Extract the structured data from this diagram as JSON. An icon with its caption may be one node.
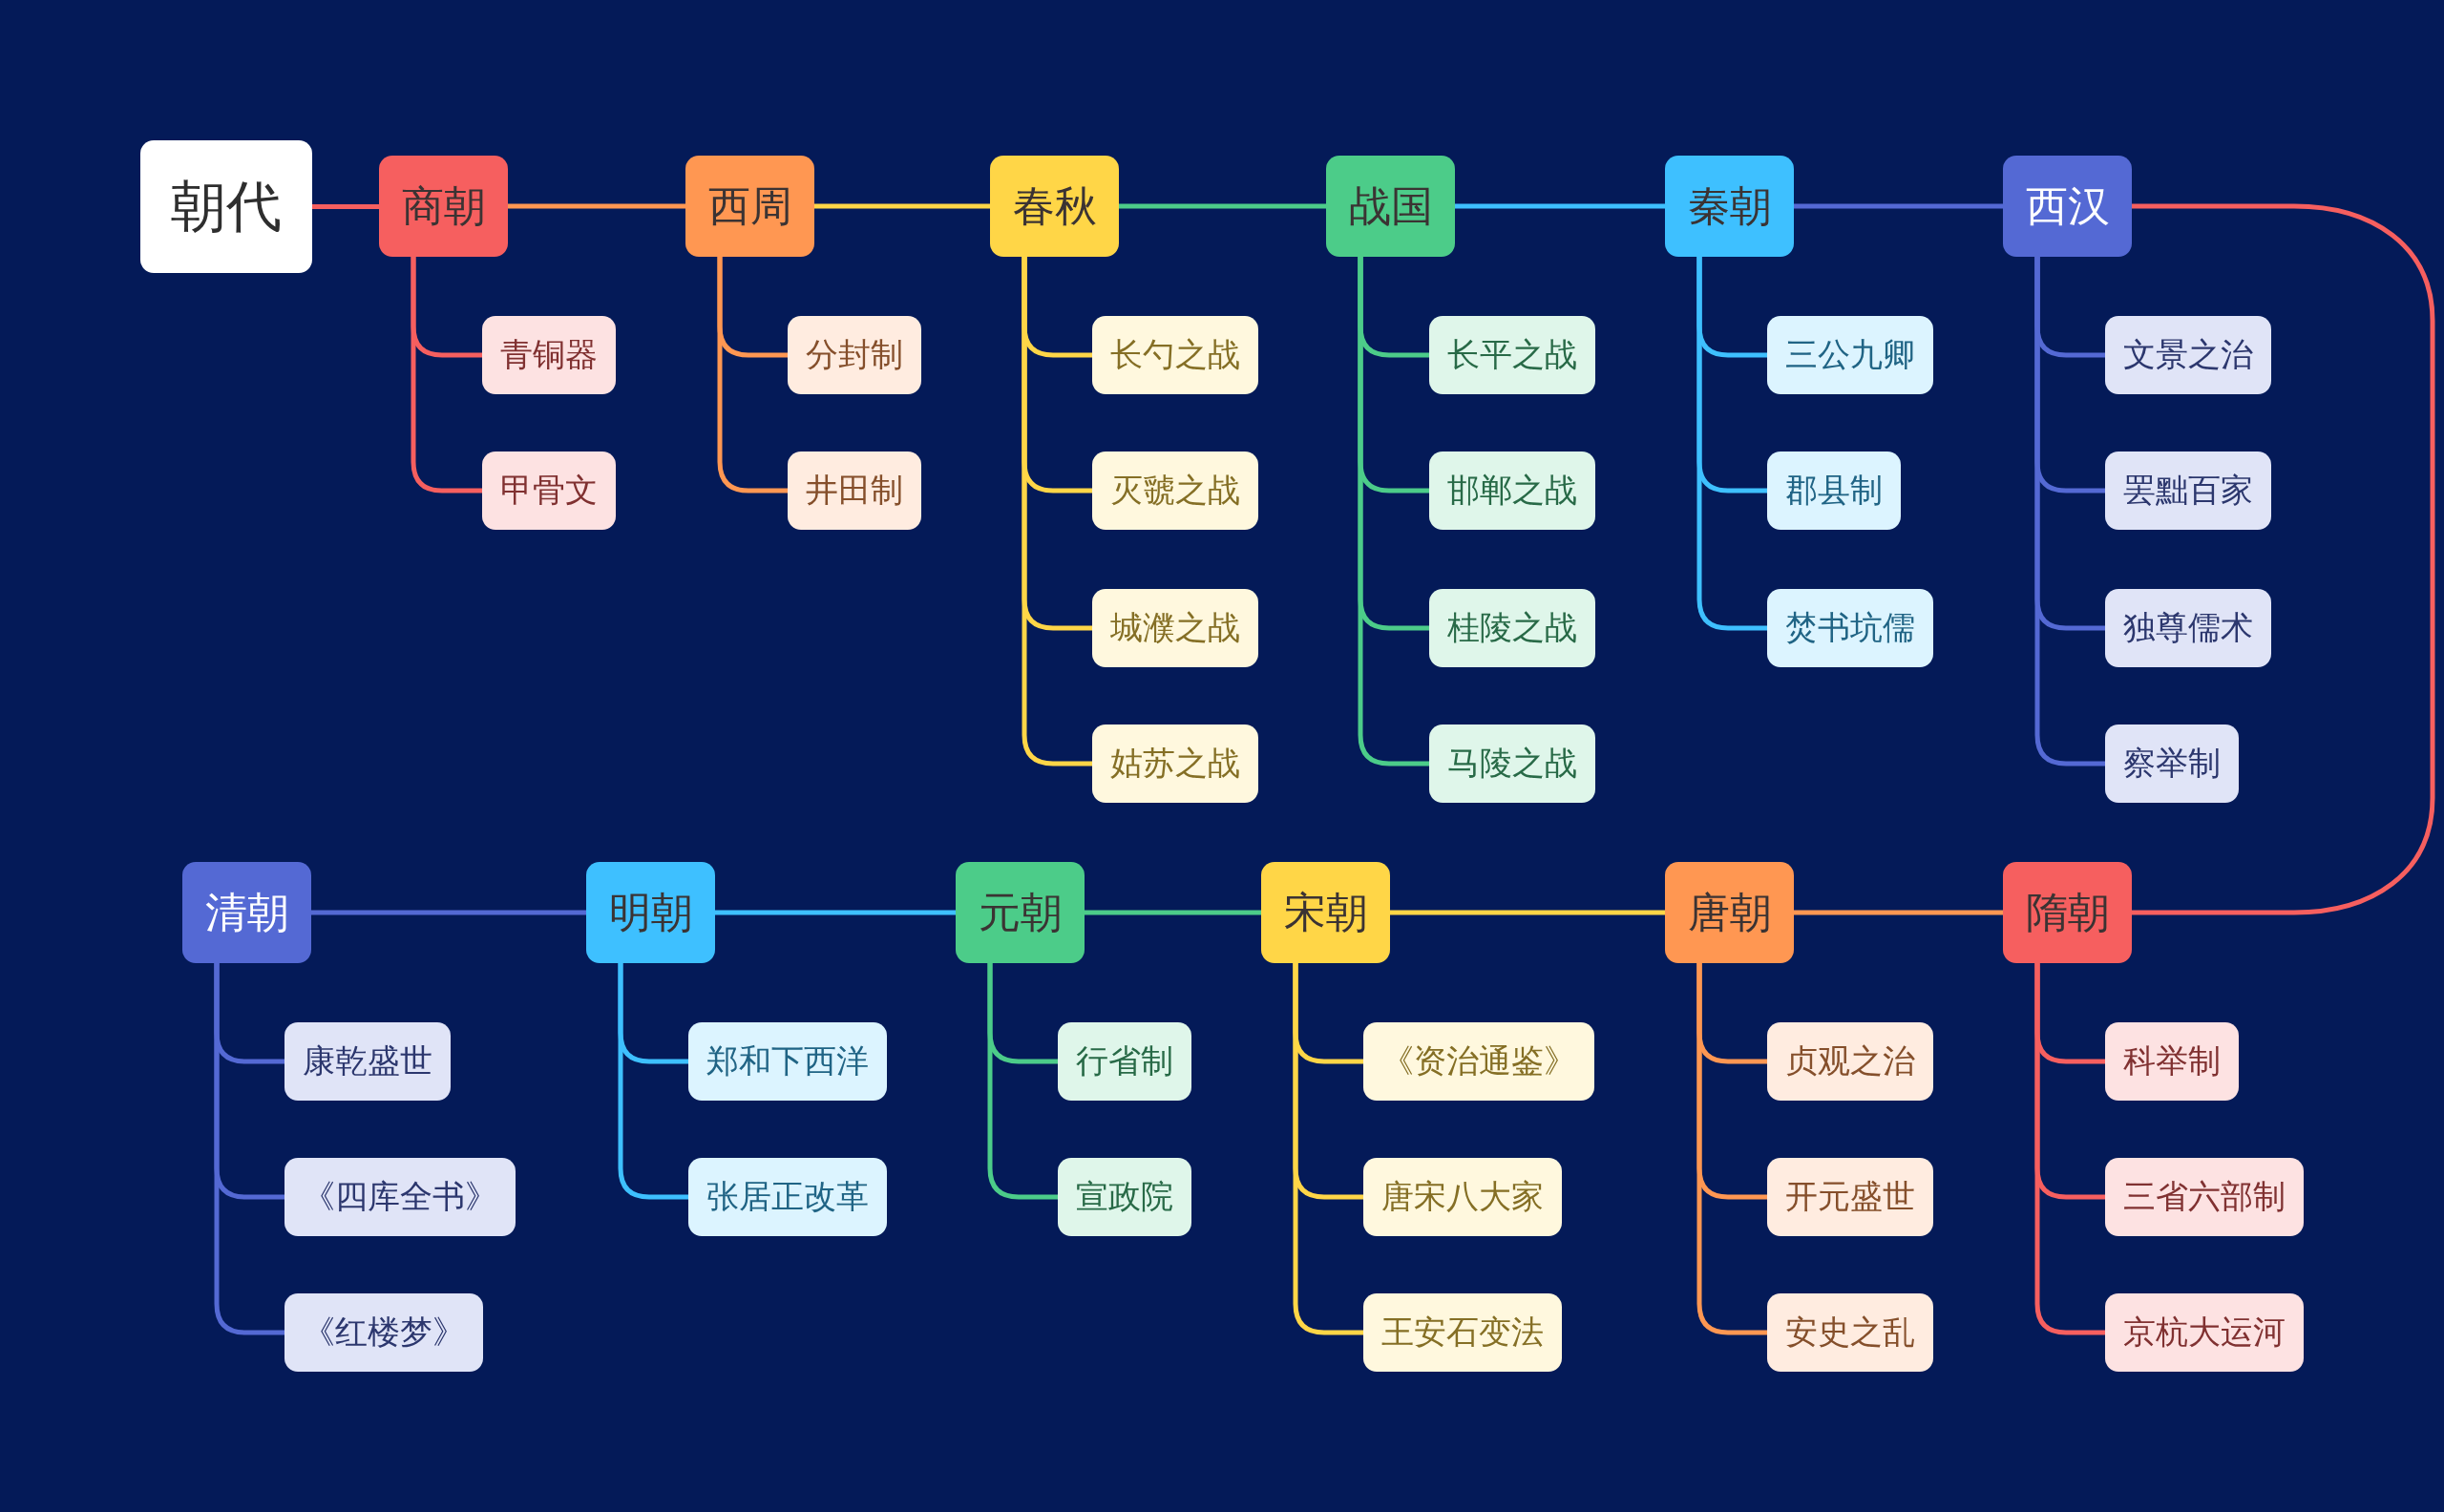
{
  "diagram": {
    "nodes": [
      {
        "text": [
          "朝代"
        ]
      },
      {
        "text": [
          "商朝"
        ]
      },
      {
        "text": [
          "青铜器"
        ]
      },
      {
        "text": [
          "甲骨文"
        ]
      },
      {
        "text": [
          "西周"
        ]
      },
      {
        "text": [
          "分封制"
        ]
      },
      {
        "text": [
          "井田制"
        ]
      },
      {
        "text": [
          "春秋"
        ]
      },
      {
        "text": [
          "长勺之战"
        ]
      },
      {
        "text": [
          "灭虢之战"
        ]
      },
      {
        "text": [
          "城濮之战"
        ]
      },
      {
        "text": [
          "姑苏之战"
        ]
      },
      {
        "text": [
          "战国"
        ]
      },
      {
        "text": [
          "长平之战"
        ]
      },
      {
        "text": [
          "邯郸之战"
        ]
      },
      {
        "text": [
          "桂陵之战"
        ]
      },
      {
        "text": [
          "马陵之战"
        ]
      },
      {
        "text": [
          "秦朝"
        ]
      },
      {
        "text": [
          "三公九卿"
        ]
      },
      {
        "text": [
          "郡县制"
        ]
      },
      {
        "text": [
          "焚书坑儒"
        ]
      },
      {
        "text": [
          "西汉"
        ]
      },
      {
        "text": [
          "文景之治"
        ]
      },
      {
        "text": [
          "罢黜百家"
        ]
      },
      {
        "text": [
          "独尊儒术"
        ]
      },
      {
        "text": [
          "察举制"
        ]
      },
      {
        "text": [
          "隋朝"
        ]
      },
      {
        "text": [
          "科举制"
        ]
      },
      {
        "text": [
          "三省六部制"
        ]
      },
      {
        "text": [
          "京杭大运河"
        ]
      },
      {
        "text": [
          "唐朝"
        ]
      },
      {
        "text": [
          "贞观之治"
        ]
      },
      {
        "text": [
          "开元盛世"
        ]
      },
      {
        "text": [
          "安史之乱"
        ]
      },
      {
        "text": [
          "宋朝"
        ]
      },
      {
        "text": [
          "《资治通鉴》"
        ]
      },
      {
        "text": [
          "唐宋八大家"
        ]
      },
      {
        "text": [
          "王安石变法"
        ]
      },
      {
        "text": [
          "元朝"
        ]
      },
      {
        "text": [
          "行省制"
        ]
      },
      {
        "text": [
          "宣政院"
        ]
      },
      {
        "text": [
          "明朝"
        ]
      },
      {
        "text": [
          "郑和下西洋"
        ]
      },
      {
        "text": [
          "张居正改革"
        ]
      },
      {
        "text": [
          "清朝"
        ]
      },
      {
        "text": [
          "康乾盛世"
        ]
      },
      {
        "text": [
          "《四库全书》"
        ]
      },
      {
        "text": [
          "《红楼梦》"
        ]
      }
    ],
    "edges": [
      {
        "from": 0,
        "to": 1,
        "arrow": "none",
        "color": "#f65f5f"
      },
      {
        "from": 1,
        "to": 2,
        "arrow": "none",
        "color": "#f65f5f"
      },
      {
        "from": 1,
        "to": 3,
        "arrow": "none",
        "color": "#f65f5f"
      },
      {
        "from": 1,
        "to": 4,
        "arrow": "none",
        "color": "#ff9752"
      },
      {
        "from": 4,
        "to": 5,
        "arrow": "none",
        "color": "#ff9752"
      },
      {
        "from": 4,
        "to": 6,
        "arrow": "none",
        "color": "#ff9752"
      },
      {
        "from": 4,
        "to": 7,
        "arrow": "none",
        "color": "#ffd647"
      },
      {
        "from": 7,
        "to": 8,
        "arrow": "none",
        "color": "#ffd647"
      },
      {
        "from": 7,
        "to": 9,
        "arrow": "none",
        "color": "#ffd647"
      },
      {
        "from": 7,
        "to": 10,
        "arrow": "none",
        "color": "#ffd647"
      },
      {
        "from": 7,
        "to": 11,
        "arrow": "none",
        "color": "#ffd647"
      },
      {
        "from": 7,
        "to": 12,
        "arrow": "none",
        "color": "#4ccc89"
      },
      {
        "from": 12,
        "to": 13,
        "arrow": "none",
        "color": "#4ccc89"
      },
      {
        "from": 12,
        "to": 14,
        "arrow": "none",
        "color": "#4ccc89"
      },
      {
        "from": 12,
        "to": 15,
        "arrow": "none",
        "color": "#4ccc89"
      },
      {
        "from": 12,
        "to": 16,
        "arrow": "none",
        "color": "#4ccc89"
      },
      {
        "from": 12,
        "to": 17,
        "arrow": "none",
        "color": "#3ec0ff"
      },
      {
        "from": 17,
        "to": 18,
        "arrow": "none",
        "color": "#3ec0ff"
      },
      {
        "from": 17,
        "to": 19,
        "arrow": "none",
        "color": "#3ec0ff"
      },
      {
        "from": 17,
        "to": 20,
        "arrow": "none",
        "color": "#3ec0ff"
      },
      {
        "from": 17,
        "to": 21,
        "arrow": "none",
        "color": "#5469d4"
      },
      {
        "from": 21,
        "to": 22,
        "arrow": "none",
        "color": "#5469d4"
      },
      {
        "from": 21,
        "to": 23,
        "arrow": "none",
        "color": "#5469d4"
      },
      {
        "from": 21,
        "to": 24,
        "arrow": "none",
        "color": "#5469d4"
      },
      {
        "from": 21,
        "to": 25,
        "arrow": "none",
        "color": "#5469d4"
      },
      {
        "from": 21,
        "to": 26,
        "arrow": "none",
        "color": "#f65f5f"
      },
      {
        "from": 26,
        "to": 27,
        "arrow": "none",
        "color": "#f65f5f"
      },
      {
        "from": 26,
        "to": 28,
        "arrow": "none",
        "color": "#f65f5f"
      },
      {
        "from": 26,
        "to": 29,
        "arrow": "none",
        "color": "#f65f5f"
      },
      {
        "from": 26,
        "to": 30,
        "arrow": "none",
        "color": "#ff9752"
      },
      {
        "from": 30,
        "to": 31,
        "arrow": "none",
        "color": "#ff9752"
      },
      {
        "from": 30,
        "to": 32,
        "arrow": "none",
        "color": "#ff9752"
      },
      {
        "from": 30,
        "to": 33,
        "arrow": "none",
        "color": "#ff9752"
      },
      {
        "from": 30,
        "to": 34,
        "arrow": "none",
        "color": "#ffd647"
      },
      {
        "from": 34,
        "to": 35,
        "arrow": "none",
        "color": "#ffd647"
      },
      {
        "from": 34,
        "to": 36,
        "arrow": "none",
        "color": "#ffd647"
      },
      {
        "from": 34,
        "to": 37,
        "arrow": "none",
        "color": "#ffd647"
      },
      {
        "from": 34,
        "to": 38,
        "arrow": "none",
        "color": "#4ccc89"
      },
      {
        "from": 38,
        "to": 39,
        "arrow": "none",
        "color": "#4ccc89"
      },
      {
        "from": 38,
        "to": 40,
        "arrow": "none",
        "color": "#4ccc89"
      },
      {
        "from": 38,
        "to": 41,
        "arrow": "none",
        "color": "#3ec0ff"
      },
      {
        "from": 41,
        "to": 42,
        "arrow": "none",
        "color": "#3ec0ff"
      },
      {
        "from": 41,
        "to": 43,
        "arrow": "none",
        "color": "#3ec0ff"
      },
      {
        "from": 41,
        "to": 44,
        "arrow": "none",
        "color": "#5469d4"
      },
      {
        "from": 44,
        "to": 45,
        "arrow": "none",
        "color": "#5469d4"
      },
      {
        "from": 44,
        "to": 46,
        "arrow": "none",
        "color": "#5469d4"
      },
      {
        "from": 44,
        "to": 47,
        "arrow": "none",
        "color": "#5469d4"
      }
    ]
  }
}
